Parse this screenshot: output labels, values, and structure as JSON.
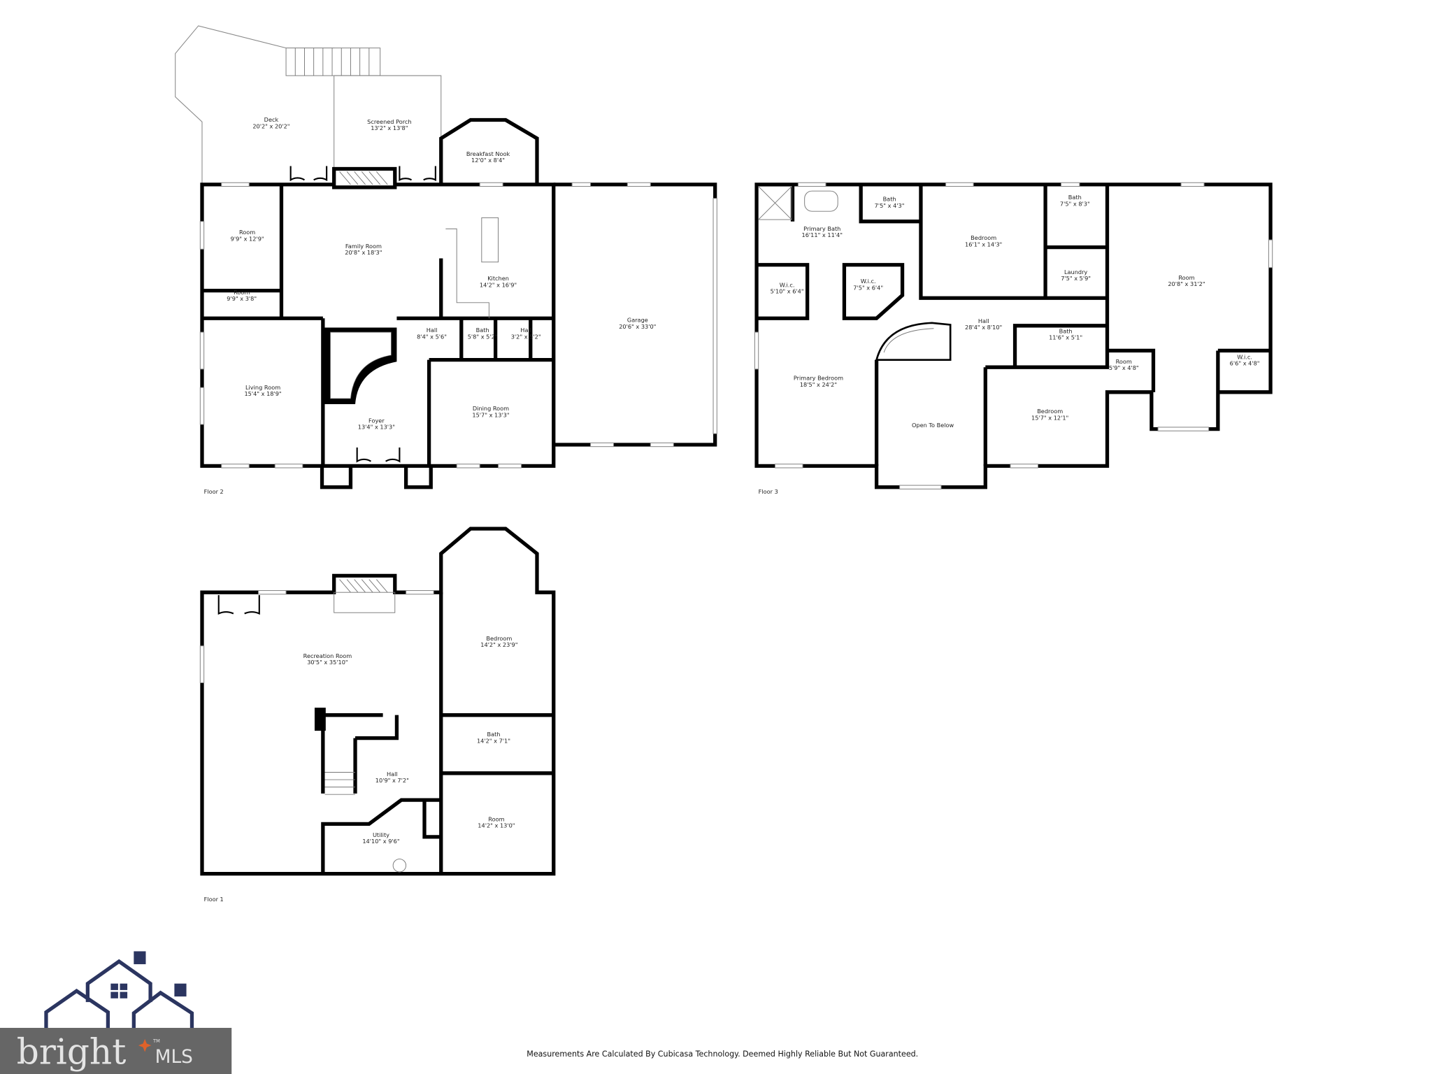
{
  "floors": [
    {
      "label": "Floor 2",
      "rooms": [
        {
          "name": "Deck",
          "dims": "20'2\" x 20'2\""
        },
        {
          "name": "Screened Porch",
          "dims": "13'2\" x 13'8\""
        },
        {
          "name": "Breakfast Nook",
          "dims": "12'0\" x 8'4\""
        },
        {
          "name": "Room",
          "dims": "9'9\" x 12'9\""
        },
        {
          "name": "Family Room",
          "dims": "20'8\" x 18'3\""
        },
        {
          "name": "Room",
          "dims": "9'9\" x 3'8\""
        },
        {
          "name": "Kitchen",
          "dims": "14'2\" x 16'9\""
        },
        {
          "name": "Hall",
          "dims": "8'4\" x 5'6\""
        },
        {
          "name": "Bath",
          "dims": "5'8\" x 5'2\""
        },
        {
          "name": "Hall",
          "dims": "3'2\" x 5'2\""
        },
        {
          "name": "Living Room",
          "dims": "15'4\" x 18'9\""
        },
        {
          "name": "Foyer",
          "dims": "13'4\" x 13'3\""
        },
        {
          "name": "Dining Room",
          "dims": "15'7\" x 13'3\""
        },
        {
          "name": "Garage",
          "dims": "20'6\" x 33'0\""
        }
      ]
    },
    {
      "label": "Floor 3",
      "rooms": [
        {
          "name": "Primary Bath",
          "dims": "16'11\" x 11'4\""
        },
        {
          "name": "Bath",
          "dims": "7'5\" x 4'3\""
        },
        {
          "name": "Bedroom",
          "dims": "16'1\" x 14'3\""
        },
        {
          "name": "Bath",
          "dims": "7'5\" x 8'3\""
        },
        {
          "name": "Laundry",
          "dims": "7'5\" x 5'9\""
        },
        {
          "name": "Room",
          "dims": "20'8\" x 31'2\""
        },
        {
          "name": "W.i.c.",
          "dims": "5'10\" x 6'4\""
        },
        {
          "name": "W.i.c.",
          "dims": "7'5\" x 6'4\""
        },
        {
          "name": "Hall",
          "dims": "28'4\" x 8'10\""
        },
        {
          "name": "Bath",
          "dims": "11'6\" x 5'1\""
        },
        {
          "name": "Room",
          "dims": "5'9\" x 4'8\""
        },
        {
          "name": "W.i.c.",
          "dims": "6'6\" x 4'8\""
        },
        {
          "name": "Primary Bedroom",
          "dims": "18'5\" x 24'2\""
        },
        {
          "name": "Bedroom",
          "dims": "15'7\" x 12'1\""
        },
        {
          "name": "Open To Below",
          "dims": ""
        }
      ]
    },
    {
      "label": "Floor 1",
      "rooms": [
        {
          "name": "Recreation Room",
          "dims": "30'5\" x 35'10\""
        },
        {
          "name": "Bedroom",
          "dims": "14'2\" x 23'9\""
        },
        {
          "name": "Bath",
          "dims": "14'2\" x 7'1\""
        },
        {
          "name": "Hall",
          "dims": "10'9\" x 7'2\""
        },
        {
          "name": "Utility",
          "dims": "14'10\" x 9'6\""
        },
        {
          "name": "Room",
          "dims": "14'2\" x 13'0\""
        }
      ]
    }
  ],
  "disclaimer": "Measurements Are Calculated By Cubicasa Technology. Deemed Highly Reliable But Not Guaranteed.",
  "logo": {
    "word": "bright",
    "suffix": "MLS",
    "tm": "TM",
    "colors": {
      "house": "#2b3560",
      "banner": "#666666",
      "text": "#e4e4e4",
      "star": "#e0622a"
    }
  }
}
